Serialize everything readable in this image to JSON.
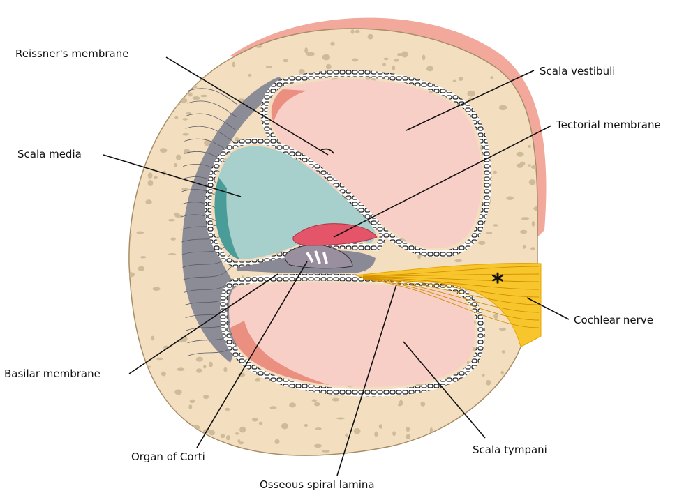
{
  "labels": {
    "reissner": "Reissner's membrane",
    "scala_vestibuli": "Scala vestibuli",
    "tectorial": "Tectorial membrane",
    "scala_media": "Scala media",
    "cochlear_nerve": "Cochlear nerve",
    "basilar": "Basilar membrane",
    "scala_tympani": "Scala tympani",
    "organ_of_corti": "Organ of Corti",
    "osseous_lamina": "Osseous spiral lamina",
    "asterisk": "*"
  },
  "colors": {
    "bone": "#f3dfc0",
    "bone_pore": "#cdbb99",
    "bone_outline": "#a88e66",
    "periosteum": "#f2a89a",
    "scala_fill": "#f8cfc7",
    "scala_rim": "#eb8f80",
    "media_fill": "#a7cfcb",
    "media_rim": "#4a9c98",
    "ligament": "#8c8c96",
    "nerve": "#f7c52c",
    "tectorial": "#e5556a"
  }
}
